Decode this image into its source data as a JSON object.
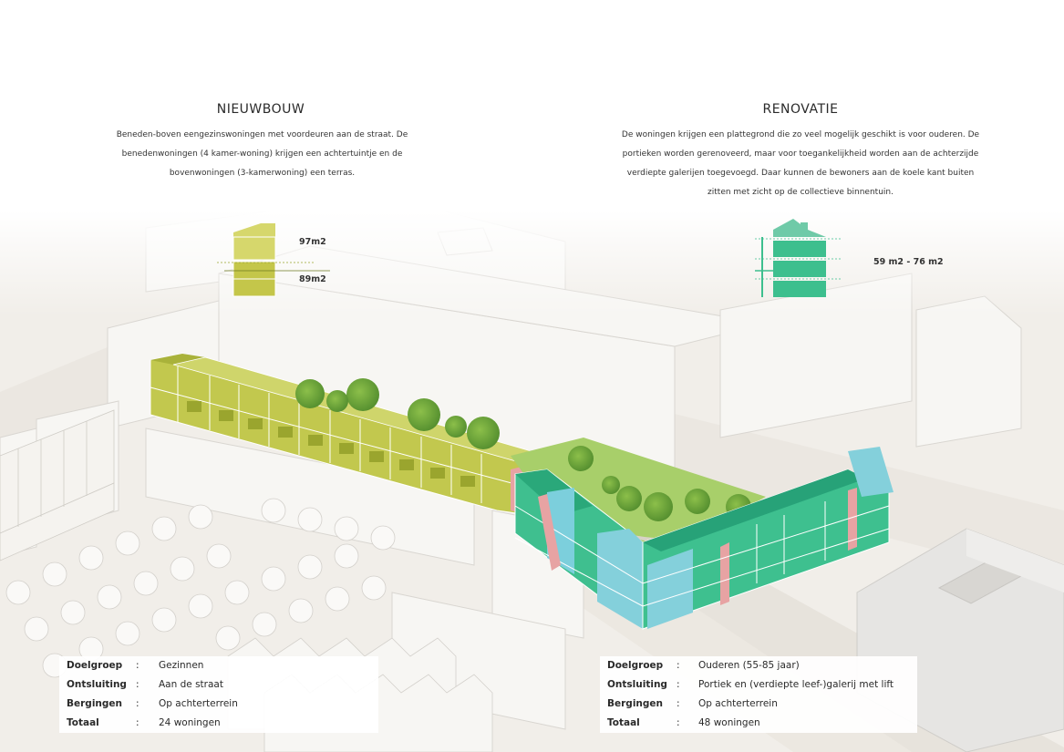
{
  "nieuwbouw": {
    "title": "NIEUWBOUW",
    "description": "Beneden-boven eengezinswoningen met voordeuren aan de straat. De benedenwoningen (4 kamer-woning) krijgen een achtertuintje en de bovenwoningen (3-kamerwoning) een terras.",
    "area_upper": "97m2",
    "area_lower": "89m2",
    "color": "#c4c64a",
    "info": [
      {
        "key": "Doelgroep",
        "sep": ":",
        "value": "Gezinnen"
      },
      {
        "key": "Ontsluiting",
        "sep": ":",
        "value": "Aan de straat"
      },
      {
        "key": "Bergingen",
        "sep": ":",
        "value": "Op achterterrein"
      },
      {
        "key": "Totaal",
        "sep": ":",
        "value": "24 woningen"
      }
    ]
  },
  "renovatie": {
    "title": "RENOVATIE",
    "description": "De woningen krijgen een plattegrond die zo veel mogelijk geschikt is voor ouderen. De portieken worden gerenoveerd, maar voor toegankelijkheid worden aan de achterzijde verdiepte galerijen toegevoegd. Daar kunnen de bewoners aan de koele kant buiten zitten met zicht op de collectieve binnentuin.",
    "area": "59 m2 - 76 m2",
    "color": "#3dbf8e",
    "info": [
      {
        "key": "Doelgroep",
        "sep": ":",
        "value": "Ouderen (55-85 jaar)"
      },
      {
        "key": "Ontsluiting",
        "sep": ":",
        "value": "Portiek en (verdiepte leef-)galerij met lift"
      },
      {
        "key": "Bergingen",
        "sep": ":",
        "value": "Op achterterrein"
      },
      {
        "key": "Totaal",
        "sep": ":",
        "value": "48 woningen"
      }
    ]
  }
}
